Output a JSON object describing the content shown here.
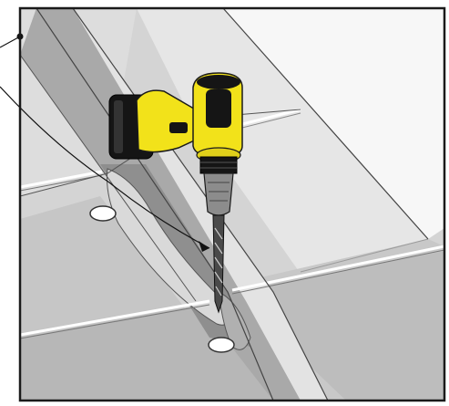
{
  "illustration": {
    "subject": "cordless-drill-drilling-pilot-hole-through-panel-seam",
    "callouts": [
      {
        "id": "callout-1",
        "target": "panel-seam"
      },
      {
        "id": "callout-2",
        "target": "drill-bit"
      }
    ],
    "colors": {
      "frame": "#1a1a1a",
      "panel_light": "#e9e9e9",
      "panel_mid": "#c9c9c9",
      "panel_dark": "#9a9a9a",
      "shadow": "#6e6e6e",
      "drill_yellow": "#f2e21a",
      "drill_black": "#151515",
      "drill_chuck": "#8c8c8c",
      "bit": "#4a4a4a",
      "highlight": "#ffffff"
    }
  }
}
